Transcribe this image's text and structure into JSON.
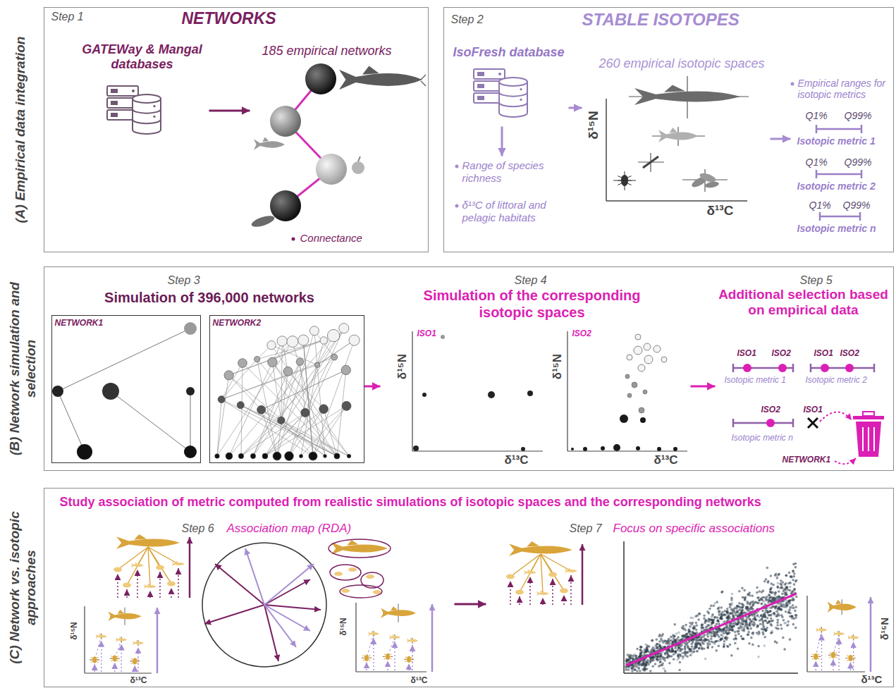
{
  "diagram": {
    "nodes": [
      {
        "text": [
          "Step 1",
          "NETWORKS"
        ]
      },
      {
        "text": [
          "GATEWay & Mangal databases"
        ],
        "in": 0
      },
      {
        "text": [
          "185 empirical networks",
          "Connectance"
        ],
        "in": 0
      },
      {
        "text": [
          "Step 2",
          "STABLE ISOTOPES"
        ]
      },
      {
        "text": [
          "IsoFresh database"
        ],
        "in": 3
      },
      {
        "text": [
          "Range of species richness",
          "δ¹³C of littoral and pelagic habitats"
        ],
        "in": 3
      },
      {
        "text": [
          "260 empirical isotopic spaces",
          "δ¹⁵N",
          "δ¹³C"
        ],
        "in": 3
      },
      {
        "text": [
          "Empirical ranges for isotopic metrics",
          "Q1%",
          "Q99%",
          "Isotopic metric 1",
          "Q1%",
          "Q99%",
          "Isotopic metric 2",
          "Q1%",
          "Q99%",
          "Isotopic metric n"
        ],
        "in": 3
      },
      {
        "text": [
          "(B) Network simulation and selection"
        ]
      },
      {
        "text": [
          "Step 3",
          "Simulation of 396,000 networks"
        ],
        "in": 8
      },
      {
        "text": [
          "NETWORK1"
        ],
        "in": 9
      },
      {
        "text": [
          "NETWORK2"
        ],
        "in": 9
      },
      {
        "text": [
          "Step 4",
          "Simulation of the corresponding isotopic spaces",
          "ISO1",
          "δ¹⁵N",
          "δ¹³C",
          "ISO2",
          "δ¹⁵N",
          "δ¹³C"
        ],
        "in": 8
      },
      {
        "text": [
          "Step 5",
          "Additional selection based on empirical data",
          "ISO1",
          "ISO2",
          "Isotopic metric 1",
          "ISO1",
          "ISO2",
          "Isotopic metric 2",
          "ISO2",
          "ISO1",
          "Isotopic metric n",
          "NETWORK1"
        ],
        "in": 8
      },
      {
        "text": [
          "(C) Network vs. isotopic approaches",
          "Study association of metric computed from realistic simulations of isotopic spaces and the corresponding networks"
        ]
      },
      {
        "text": [
          "Step 6",
          "Association map (RDA)",
          "δ¹⁵N",
          "δ¹³C",
          "δ¹⁵N",
          "δ¹³C"
        ],
        "in": 14
      },
      {
        "text": [
          "Step 7",
          "Focus on specific associations",
          "δ¹⁵N",
          "δ¹³C"
        ],
        "in": 14
      }
    ],
    "edges": [
      {
        "from": 1,
        "to": 2,
        "arrow": "to"
      },
      {
        "from": 4,
        "to": 6,
        "arrow": "to"
      },
      {
        "from": 4,
        "to": 5,
        "arrow": "to"
      },
      {
        "from": 6,
        "to": 7,
        "arrow": "to"
      },
      {
        "from": 11,
        "to": 12,
        "arrow": "to"
      },
      {
        "from": 12,
        "to": 13,
        "arrow": "to"
      },
      {
        "from": 15,
        "to": 16,
        "arrow": "to"
      }
    ],
    "labels": [
      "(A) Empirical data integration"
    ]
  }
}
